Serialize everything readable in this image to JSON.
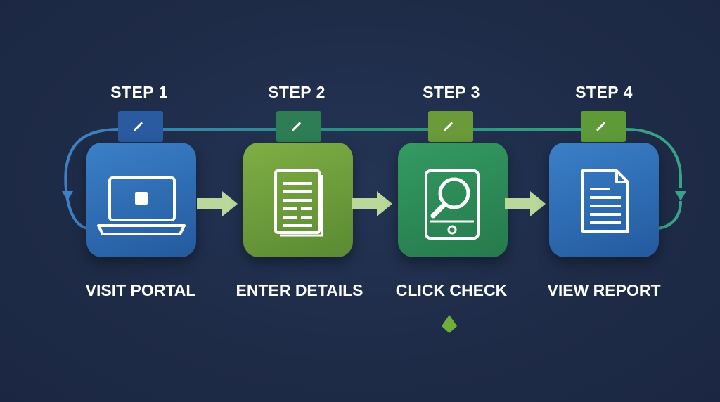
{
  "steps": [
    {
      "step_label": "STEP 1",
      "caption": "VISIT PORTAL",
      "icon": "laptop-icon",
      "color": "#2f6fb6",
      "tab_color": "#2a5aa0"
    },
    {
      "step_label": "STEP 2",
      "caption": "ENTER DETAILS",
      "icon": "document-icon",
      "color": "#6f9c3a",
      "tab_color": "#2f7d55"
    },
    {
      "step_label": "STEP 3",
      "caption": "CLICK CHECK",
      "icon": "magnifier-device-icon",
      "color": "#2e8a58",
      "tab_color": "#6a9a3a"
    },
    {
      "step_label": "STEP 4",
      "caption": "VIEW REPORT",
      "icon": "report-icon",
      "color": "#2f6fb6",
      "tab_color": "#5f9a38"
    }
  ],
  "colors": {
    "background": "#1e2b47",
    "arrow": "#b9d89a",
    "connector_blue": "#3f7fc4",
    "connector_green": "#3aa28a",
    "highlight_marker": "#6fae3a"
  }
}
